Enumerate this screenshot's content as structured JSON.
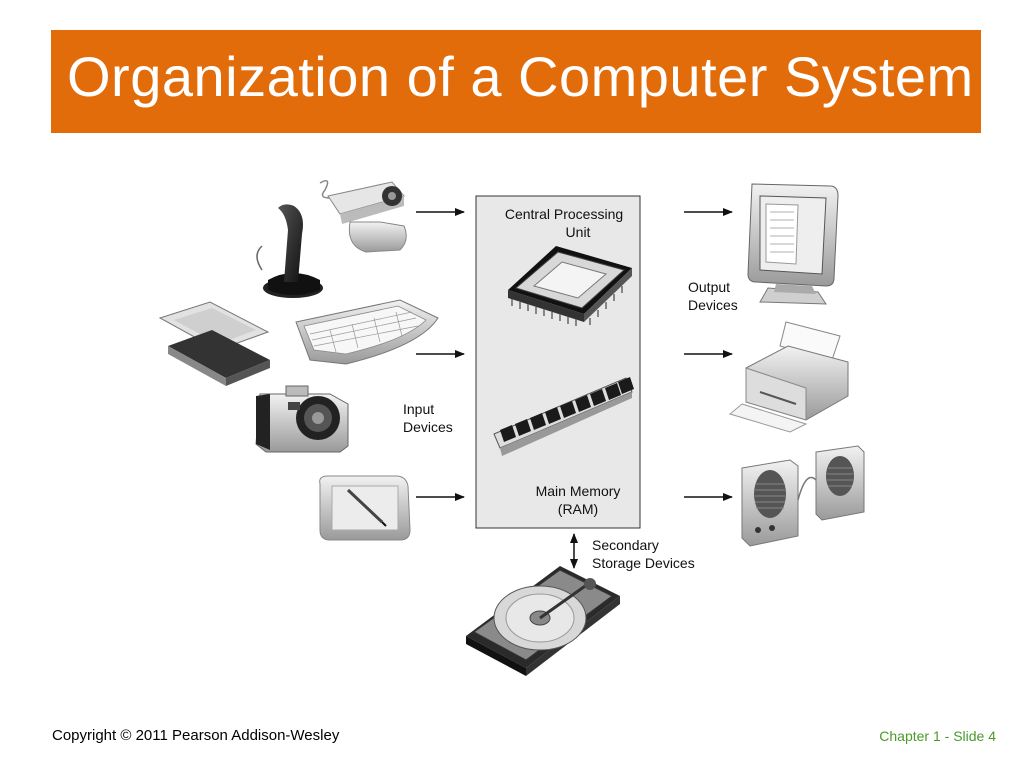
{
  "slide": {
    "title": "Organization of a Computer System",
    "footer_left": "Copyright © 2011 Pearson Addison-Wesley",
    "footer_right": "Chapter 1 - Slide 4",
    "accent_color": "#e36c0a",
    "footer_color": "#4a9a2c"
  },
  "diagram": {
    "cpu_label_1": "Central Processing",
    "cpu_label_2": "Unit",
    "memory_label_1": "Main Memory",
    "memory_label_2": "(RAM)",
    "input_label_1": "Input",
    "input_label_2": "Devices",
    "output_label_1": "Output",
    "output_label_2": "Devices",
    "storage_label_1": "Secondary",
    "storage_label_2": "Storage Devices",
    "input_devices": [
      "joystick-icon",
      "webcam-icon",
      "scanner-icon",
      "keyboard-icon",
      "digital-camera-icon",
      "drawing-tablet-icon"
    ],
    "output_devices": [
      "monitor-icon",
      "printer-icon",
      "speakers-icon"
    ],
    "storage_devices": [
      "hard-disk-icon"
    ]
  }
}
